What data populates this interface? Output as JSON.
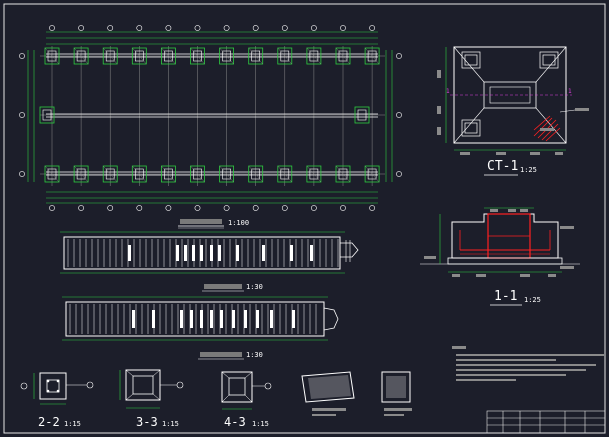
{
  "labels": {
    "ct1": "CT-1",
    "ct1_scale": "1:25",
    "sec11": "1-1",
    "sec11_scale": "1:25",
    "sec22": "2-2",
    "sec22_scale": "1:15",
    "sec33": "3-3",
    "sec33_scale": "1:15",
    "sec43": "4-3",
    "sec43_scale": "1:15",
    "plan_scale": "1:100",
    "beam1_scale": "1:30",
    "beam2_scale": "1:30"
  },
  "colors": {
    "background": "#1c1e2a",
    "line": "#ffffff",
    "dimension": "#2ecc40",
    "section": "#ff2020",
    "highlight": "#e040e0",
    "frame": "#e6e6e6"
  }
}
